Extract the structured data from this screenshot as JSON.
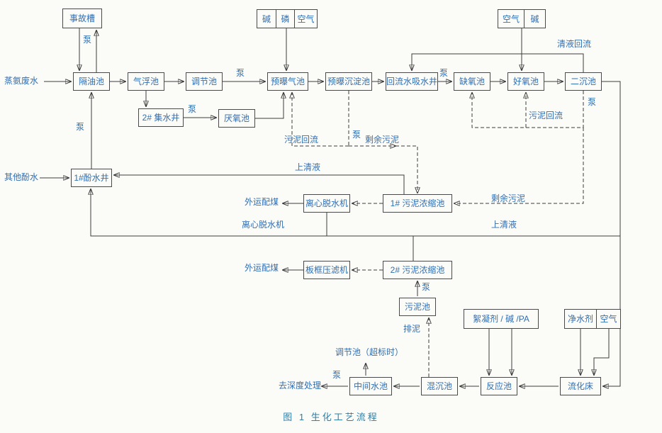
{
  "page": {
    "caption": "图 1  生化工艺流程"
  },
  "colors": {
    "text": "#306fb3",
    "line": "#3c3c3c",
    "border": "#4a4a4a",
    "background": "#fbfbf8"
  },
  "nodes": {
    "accident_tank": {
      "label": "事故槽"
    },
    "alkali_mid": {
      "label": "碱"
    },
    "phosphorus": {
      "label": "磷"
    },
    "air_mid": {
      "label": "空气"
    },
    "air_right": {
      "label": "空气"
    },
    "alkali_right": {
      "label": "碱"
    },
    "oil_separator": {
      "label": "隔油池"
    },
    "air_flotation": {
      "label": "气浮池"
    },
    "equalization": {
      "label": "调节池"
    },
    "pre_aeration": {
      "label": "预曝气池"
    },
    "pre_aeration_sedimentation": {
      "label": "预曝沉淀池"
    },
    "return_water_well": {
      "label": "回流水吸水井"
    },
    "anoxic": {
      "label": "缺氧池"
    },
    "aerobic": {
      "label": "好氧池"
    },
    "secondary_clarifier": {
      "label": "二沉池"
    },
    "collection_well_2": {
      "label": "2# 集水井"
    },
    "anaerobic": {
      "label": "厌氧池"
    },
    "phenol_well_1": {
      "label": "1#酚水井"
    },
    "centrifuge": {
      "label": "离心脱水机"
    },
    "sludge_thickener_1": {
      "label": "1# 污泥浓缩池"
    },
    "filter_press": {
      "label": "板框压滤机"
    },
    "sludge_thickener_2": {
      "label": "2# 污泥浓缩池"
    },
    "sludge_tank": {
      "label": "污泥池"
    },
    "flocculant": {
      "label": "絮凝剂 / 碱 /PA"
    },
    "purifier": {
      "label": "净水剂"
    },
    "air_bottom": {
      "label": "空气"
    },
    "intermediate_tank": {
      "label": "中间水池"
    },
    "mixing_sedimentation": {
      "label": "混沉池"
    },
    "reaction_tank": {
      "label": "反应池"
    },
    "fluidized_bed": {
      "label": "流化床"
    }
  },
  "labels": {
    "ammonia_wastewater": "蒸氨废水",
    "other_phenol_water": "其他酚水",
    "clear_liquid_return": "清液回流",
    "pump": "泵",
    "sludge_return_1": "污泥回流",
    "sludge_return_2": "污泥回流",
    "excess_sludge_1": "剩余污泥",
    "excess_sludge_2": "剩余污泥",
    "supernatant_1": "上清液",
    "supernatant_2": "上清液",
    "outbound_coal_1": "外运配煤",
    "outbound_coal_2": "外运配煤",
    "centrifuge_line": "离心脱水机",
    "sludge_discharge": "排泥",
    "regulation_overflow": "调节池（超标时）",
    "to_advanced_treatment": "去深度处理"
  }
}
